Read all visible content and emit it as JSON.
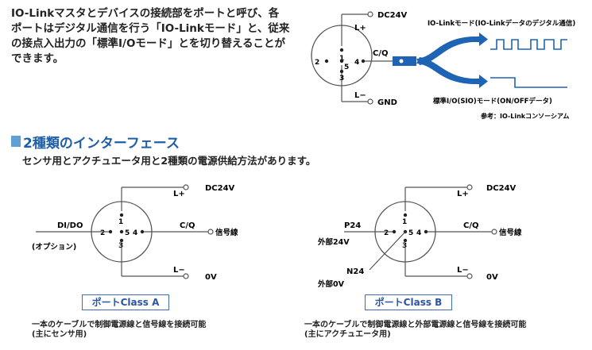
{
  "intro_lines": [
    "IO-Linkマスタとデバイスの接続部をポートと呼び、各",
    "ポートはデジタル通信を行う「IO-Linkモード」と、従来",
    "の接点入出力の「標準I/Oモード」とを切り替えることが",
    "できます。"
  ],
  "top_diagram": {
    "dc24v": "DC24V",
    "lplus": "L+",
    "lminus": "L−",
    "gnd": "GND",
    "cq": "C/Q",
    "pins": [
      "1",
      "2",
      "5",
      "4",
      "3"
    ],
    "io_link_mode": "IO-Linkモード(IO-Linkデータのデジタル通信)",
    "standard_io_mode": "標準I/O(SIO)モード(ON/OFFデータ)",
    "reference": "参考：IO-Linkコンソーシアム",
    "colors": {
      "signal": "#1e64b4",
      "diagram_line": "#555555"
    }
  },
  "section": {
    "title": "2種類のインターフェース",
    "subtitle": "センサ用とアクチュエータ用と2種類の電源供給方法があります。",
    "accent_color": "#5f9fd6",
    "title_color": "#1e5fa8"
  },
  "class_a": {
    "dc24v": "DC24V",
    "lplus": "L+",
    "lminus": "L−",
    "zero_v": "0V",
    "didc": "DI/DO",
    "option": "(オプション)",
    "cq": "C/Q",
    "signal_line": "信号線",
    "pins": [
      "1",
      "2",
      "5",
      "4",
      "3"
    ],
    "box_label": "ポートClass A",
    "notes": [
      "一本のケーブルで制御電源線と信号線を接続可能",
      "(主にセンサ用)"
    ]
  },
  "class_b": {
    "dc24v": "DC24V",
    "lplus": "L+",
    "lminus": "L−",
    "zero_v": "0V",
    "p24": "P24",
    "ext24v": "外部24V",
    "n24": "N24",
    "ext0v": "外部0V",
    "cq": "C/Q",
    "signal_line": "信号線",
    "pins": [
      "1",
      "2",
      "5",
      "4",
      "3"
    ],
    "box_label": "ポートClass B",
    "notes": [
      "一本のケーブルで制御電源線と外部電源線と信号線を接続可能",
      "(主にアクチュエータ用)"
    ]
  }
}
